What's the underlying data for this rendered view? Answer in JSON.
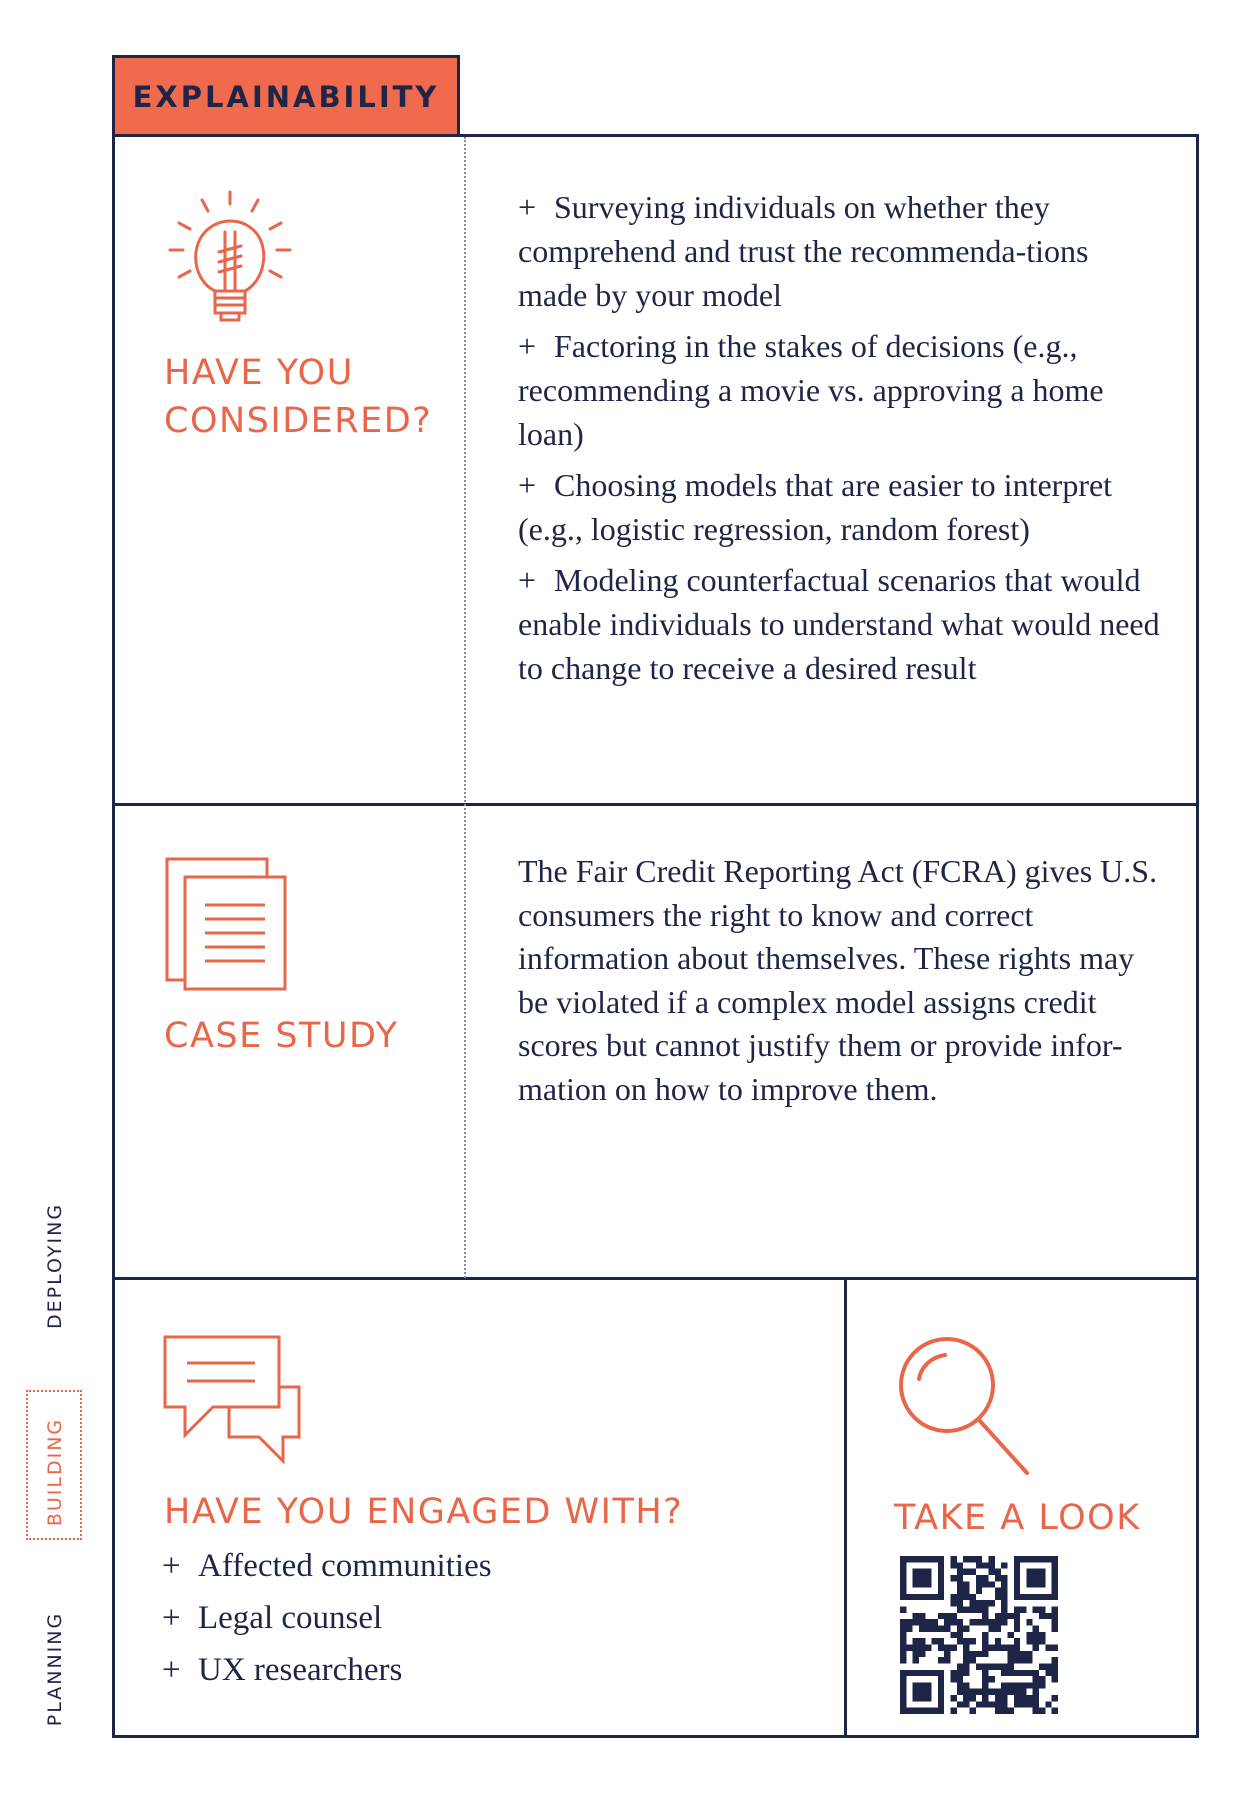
{
  "tab": {
    "label": "EXPLAINABILITY"
  },
  "considered": {
    "heading_line1": "HAVE YOU",
    "heading_line2": "CONSIDERED?",
    "items": [
      "Surveying individuals on whether they comprehend and trust the recommenda-tions made by your model",
      "Factoring in the stakes of decisions (e.g., recommending a movie vs. approving a home loan)",
      "Choosing models that are easier to interpret (e.g., logistic regression, random forest)",
      "Modeling counterfactual scenarios that would enable individuals to understand what would need to change to receive a desired result"
    ]
  },
  "case_study": {
    "heading": "CASE STUDY",
    "text": "The Fair Credit Reporting Act (FCRA) gives U.S. consumers the right to know and correct information about themselves. These rights may be violated if a complex model assigns credit scores but cannot justify them or provide infor-mation on how to improve them."
  },
  "engaged": {
    "heading": "HAVE YOU ENGAGED WITH?",
    "items": [
      "Affected communities",
      "Legal counsel",
      "UX researchers"
    ]
  },
  "take_a_look": {
    "heading": "TAKE A LOOK"
  },
  "bullet_symbol": "+",
  "side_nav": {
    "deploying": "DEPLOYING",
    "building": "BUILDING",
    "planning": "PLANNING"
  },
  "colors": {
    "navy": "#1f2547",
    "orange": "#e8674a",
    "tab_fill": "#f06b4d"
  },
  "icons": [
    "lightbulb-icon",
    "documents-icon",
    "chat-bubbles-icon",
    "magnifier-icon",
    "qr-code"
  ]
}
